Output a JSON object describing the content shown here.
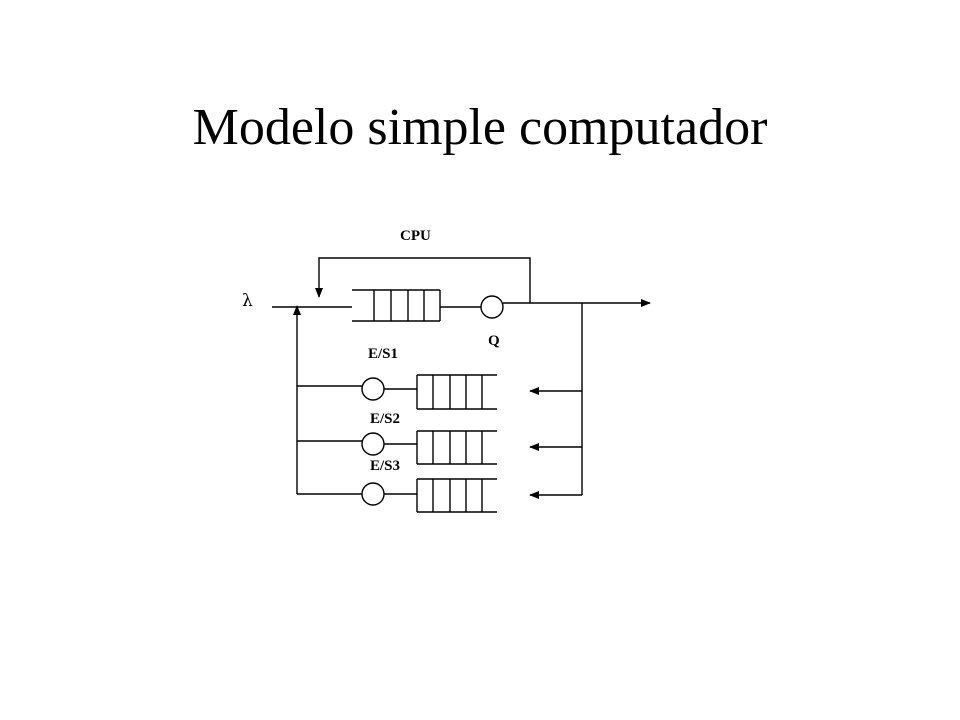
{
  "slide": {
    "title": "Modelo simple computador"
  },
  "diagram": {
    "arrival_symbol": "λ",
    "cpu_label": "CPU",
    "cpu_server_label": "Q",
    "io_stations": [
      {
        "label": "E/S1"
      },
      {
        "label": "E/S2"
      },
      {
        "label": "E/S3"
      }
    ]
  }
}
